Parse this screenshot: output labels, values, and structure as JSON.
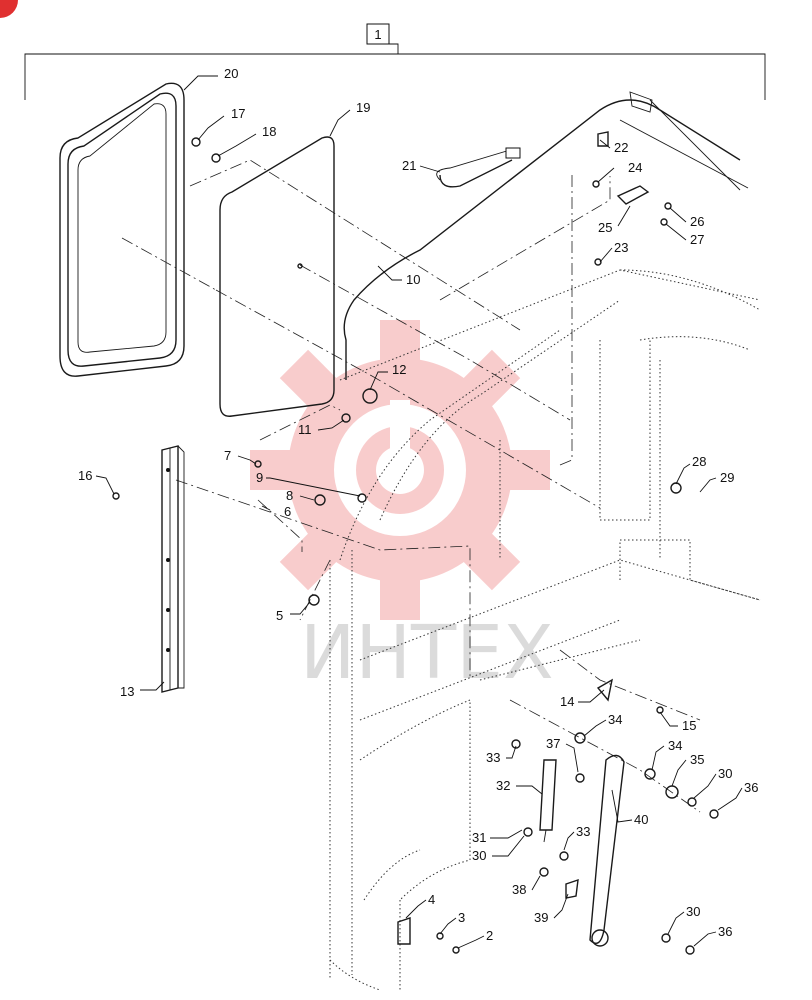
{
  "assembly_label": "1",
  "watermark": {
    "text": "ИНТЕХ"
  },
  "callouts": [
    {
      "id": "c20",
      "text": "20"
    },
    {
      "id": "c17",
      "text": "17"
    },
    {
      "id": "c18",
      "text": "18"
    },
    {
      "id": "c19",
      "text": "19"
    },
    {
      "id": "c21",
      "text": "21"
    },
    {
      "id": "c22",
      "text": "22"
    },
    {
      "id": "c24",
      "text": "24"
    },
    {
      "id": "c25",
      "text": "25"
    },
    {
      "id": "c26",
      "text": "26"
    },
    {
      "id": "c27",
      "text": "27"
    },
    {
      "id": "c23",
      "text": "23"
    },
    {
      "id": "c10",
      "text": "10"
    },
    {
      "id": "c12",
      "text": "12"
    },
    {
      "id": "c11",
      "text": "11"
    },
    {
      "id": "c7",
      "text": "7"
    },
    {
      "id": "c16",
      "text": "16"
    },
    {
      "id": "c9",
      "text": "9"
    },
    {
      "id": "c8",
      "text": "8"
    },
    {
      "id": "c6",
      "text": "6"
    },
    {
      "id": "c28",
      "text": "28"
    },
    {
      "id": "c29",
      "text": "29"
    },
    {
      "id": "c5",
      "text": "5"
    },
    {
      "id": "c13",
      "text": "13"
    },
    {
      "id": "c14",
      "text": "14"
    },
    {
      "id": "c15",
      "text": "15"
    },
    {
      "id": "c34a",
      "text": "34"
    },
    {
      "id": "c33a",
      "text": "33"
    },
    {
      "id": "c37",
      "text": "37"
    },
    {
      "id": "c34b",
      "text": "34"
    },
    {
      "id": "c35",
      "text": "35"
    },
    {
      "id": "c30a",
      "text": "30"
    },
    {
      "id": "c36a",
      "text": "36"
    },
    {
      "id": "c32",
      "text": "32"
    },
    {
      "id": "c40",
      "text": "40"
    },
    {
      "id": "c31",
      "text": "31"
    },
    {
      "id": "c33b",
      "text": "33"
    },
    {
      "id": "c30b",
      "text": "30"
    },
    {
      "id": "c38",
      "text": "38"
    },
    {
      "id": "c39",
      "text": "39"
    },
    {
      "id": "c4",
      "text": "4"
    },
    {
      "id": "c3",
      "text": "3"
    },
    {
      "id": "c2",
      "text": "2"
    },
    {
      "id": "c30c",
      "text": "30"
    },
    {
      "id": "c36b",
      "text": "36"
    }
  ],
  "colors": {
    "line": "#1a1a1a",
    "watermark_gear": "#f4a3a3",
    "corner_badge": "#e03030"
  }
}
